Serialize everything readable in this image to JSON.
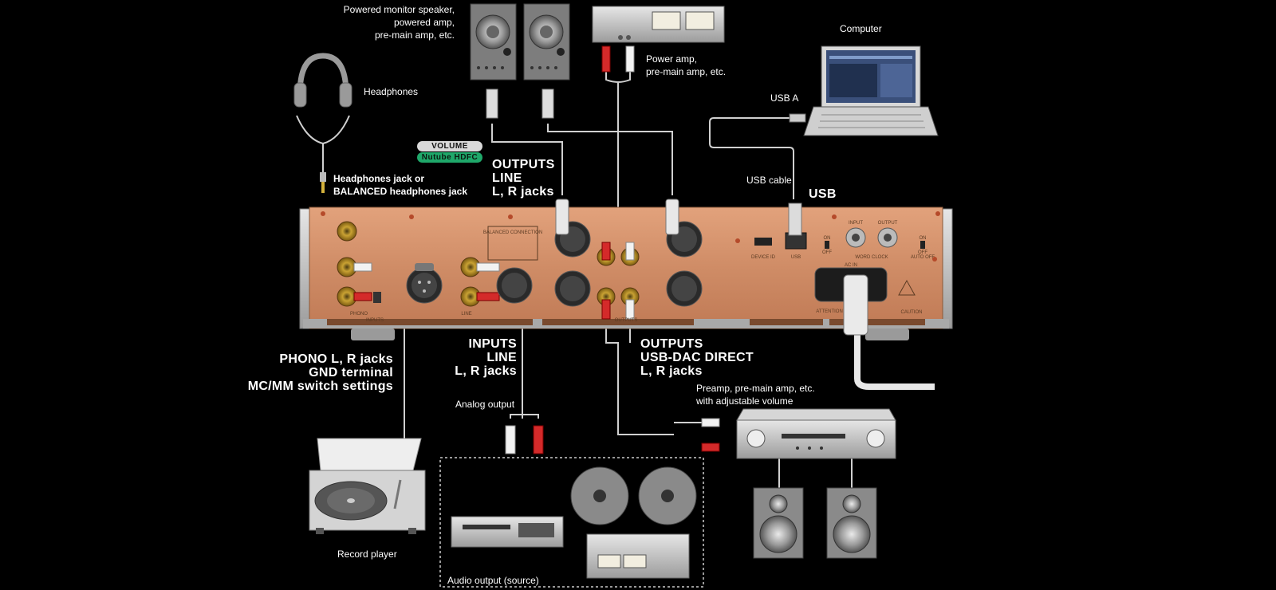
{
  "badges": {
    "volume": "VOLUME",
    "nutube": "Nutube HDFC"
  },
  "labels": {
    "powered_monitor": [
      "Powered monitor speaker,",
      "powered amp,",
      "pre-main amp, etc."
    ],
    "power_amp": [
      "Power amp,",
      "pre-main amp, etc."
    ],
    "computer": "Computer",
    "headphones": "Headphones",
    "usb_a": "USB A",
    "usb_cable": "USB cable",
    "usb": "USB",
    "headphones_jack": [
      "Headphones jack or",
      "BALANCED headphones jack"
    ],
    "outputs_line": [
      "OUTPUTS",
      "LINE",
      "L, R jacks"
    ],
    "phono": [
      "PHONO L, R jacks",
      "GND terminal",
      "MC/MM switch settings"
    ],
    "inputs_line": [
      "INPUTS",
      "LINE",
      "L, R jacks"
    ],
    "outputs_usbdac": [
      "OUTPUTS",
      "USB-DAC DIRECT",
      "L, R jacks"
    ],
    "preamp": [
      "Preamp, pre-main amp, etc.",
      "with adjustable volume"
    ],
    "analog_output": "Analog output",
    "record_player": "Record player",
    "audio_output_source": "Audio output (source)"
  },
  "panel_text": {
    "balanced_connection": "BALANCED CONNECTION",
    "inputs": "INPUTS",
    "outputs": "OUTPUTS",
    "phono": "PHONO",
    "line": "LINE",
    "device_id": "DEVICE ID",
    "usb": "USB",
    "word_clock": "WORD CLOCK",
    "input": "INPUT",
    "output": "OUTPUT",
    "auto_off": "AUTO OFF",
    "ac_in": "AC IN",
    "attention": "ATTENTION",
    "caution": "CAUTION",
    "on": "ON",
    "off": "OFF"
  },
  "colors": {
    "background": "#000000",
    "panel_copper": "#d08f6a",
    "chassis_silver": "#bdbdbd",
    "volume_badge": "#d9d9d9",
    "nutube_badge": "#1fa86a",
    "rca_red": "#d42a2a",
    "rca_white": "#f2f2f2",
    "cable": "#cfcfcf"
  }
}
